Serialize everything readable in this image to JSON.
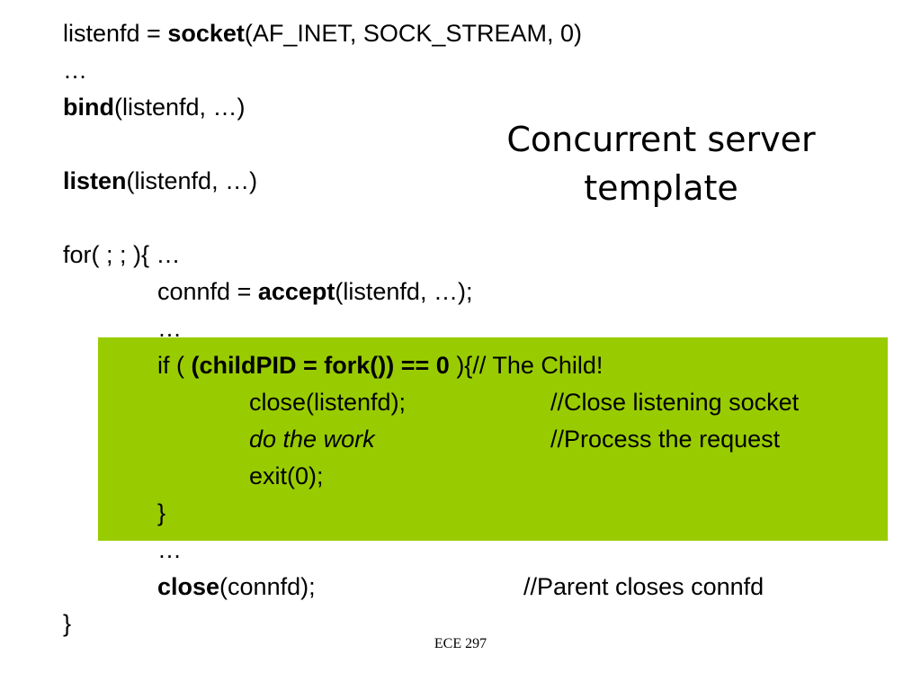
{
  "title": {
    "line1": "Concurrent server",
    "line2": "template"
  },
  "code": {
    "l1_pre": "listenfd = ",
    "l1_fn": "socket",
    "l1_post": "(AF_INET, SOCK_STREAM, 0)",
    "l2": "…",
    "l3_fn": "bind",
    "l3_post": "(listenfd, …)",
    "l4_fn": "listen",
    "l4_post": "(listenfd, …)",
    "l5": "for( ; ; ){ …",
    "l6_pre": "connfd = ",
    "l6_fn": "accept",
    "l6_post": "(listenfd, …);",
    "l7": "…",
    "l8_pre": "if ( ",
    "l8_bold": "(childPID = fork()) == 0",
    "l8_post": " ){// The Child!",
    "l9": "close(listenfd);",
    "l9_comment": "//Close listening socket",
    "l10": "do the work",
    "l10_comment": "//Process the request",
    "l11": "exit(0);",
    "l12": "}",
    "l13": "…",
    "l14_fn": "close",
    "l14_post": "(connfd);",
    "l14_comment": "//Parent closes connfd",
    "l15": "}"
  },
  "colors": {
    "highlight": "#99cc00"
  },
  "footer": {
    "label": "ECE 297"
  }
}
